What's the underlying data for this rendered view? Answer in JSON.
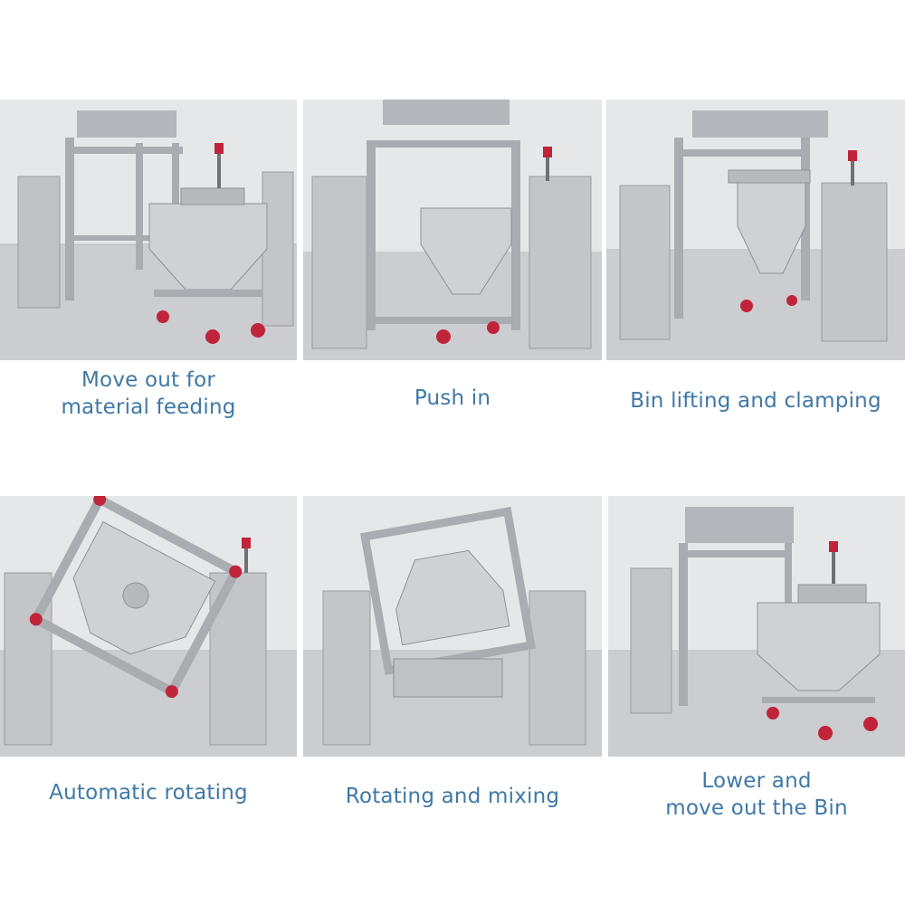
{
  "steps": [
    {
      "lines": [
        "Move out for",
        "material feeding"
      ]
    },
    {
      "lines": [
        "Push in"
      ]
    },
    {
      "lines": [
        "Bin lifting and clamping"
      ]
    },
    {
      "lines": [
        "Automatic rotating"
      ]
    },
    {
      "lines": [
        "Rotating and mixing"
      ]
    },
    {
      "lines": [
        "Lower and",
        "move out the Bin"
      ]
    }
  ],
  "colors": {
    "caption": "#3f78a6",
    "wall": "#e4e5e7",
    "floor": "#c9cbce",
    "steel": "#b9bbbe",
    "steel_dark": "#8e9196",
    "wheel": "#c0243a"
  }
}
